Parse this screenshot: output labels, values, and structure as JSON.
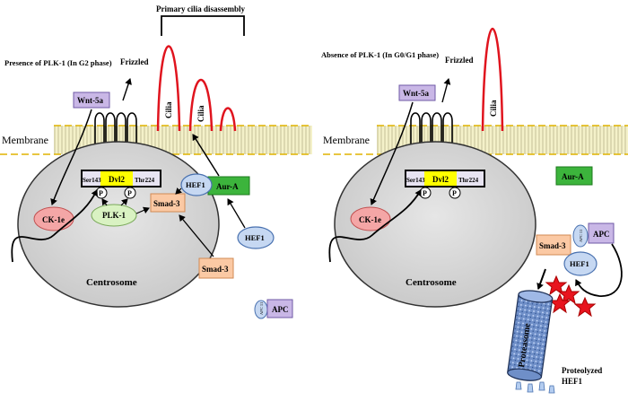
{
  "left_panel": {
    "condition": "Presence of PLK-1 (In G2 phase)",
    "title_bracket": "Primary cilia disassembly",
    "membrane": "Membrane",
    "frizzled": "Frizzled",
    "wnt": "Wnt-5a",
    "cilia": [
      "Cilia",
      "Cilia"
    ],
    "ser": "Ser143",
    "dvl": "Dvl2",
    "thr": "Thr224",
    "p1": "P",
    "p2": "P",
    "plk": "PLK-1",
    "smad_in": "Smad-3",
    "smad_out": "Smad-3",
    "ck": "CK-1e",
    "hef1_top": "HEF1",
    "hef1_low": "HEF1",
    "aura": "Aur-A",
    "apc_small": "APC 11",
    "apc": "APC",
    "centrosome": "Centrosome"
  },
  "right_panel": {
    "condition": "Absence of PLK-1 (In G0/G1 phase)",
    "membrane": "Membrane",
    "frizzled": "Frizzled",
    "wnt": "Wnt-5a",
    "cilia": "Cilia",
    "ser": "Ser143",
    "dvl": "Dvl2",
    "thr": "Thr224",
    "p1": "P",
    "p2": "P",
    "ck": "CK-1e",
    "aura": "Aur-A",
    "smad": "Smad-3",
    "hef1": "HEF1",
    "apc_small": "APC 11",
    "apc": "APC",
    "proteasome": "Proteasome",
    "proteolyzed_line1": "Proteolyzed",
    "proteolyzed_line2": "HEF1",
    "centrosome": "Centrosome"
  },
  "colors": {
    "membrane_band": "#f4f1c9",
    "membrane_edge": "#e0b400",
    "cilia": "#e0141e",
    "wnt": "#c9b7e6",
    "dvl": "#ffff00",
    "plk": "#d9f2c2",
    "smad": "#fbc9a4",
    "ck": "#f4a6a6",
    "hef1": "#c6d8f2",
    "aura": "#3cb43c",
    "apc": "#c9b7e6",
    "centrosome": "#d9d9d9",
    "proteasome": "#8aa8d8",
    "star": "#e8141e"
  }
}
